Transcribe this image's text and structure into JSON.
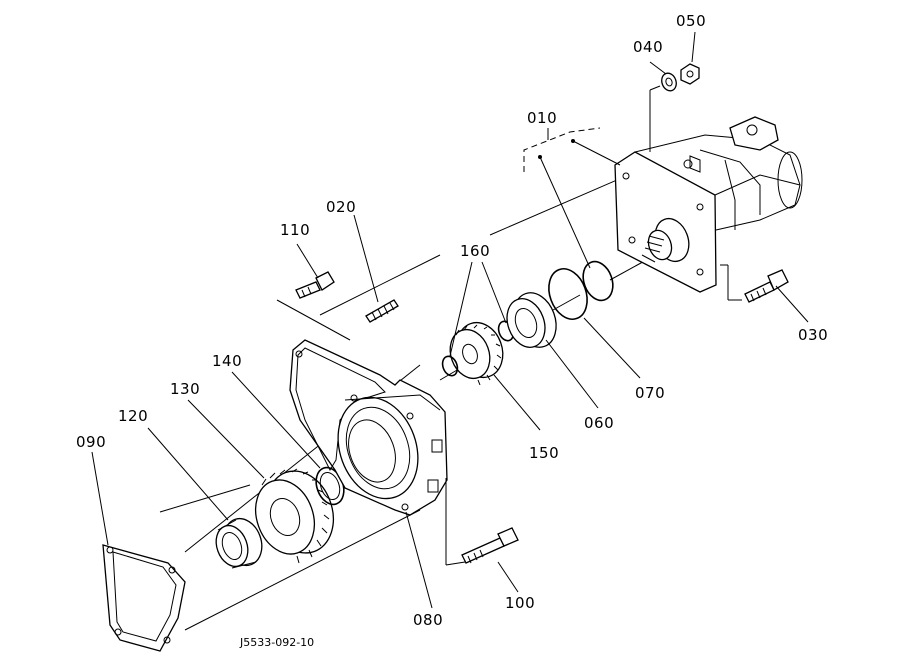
{
  "labels": {
    "p010": "010",
    "p020": "020",
    "p030": "030",
    "p040": "040",
    "p050": "050",
    "p060": "060",
    "p070": "070",
    "p080": "080",
    "p090": "090",
    "p100": "100",
    "p110": "110",
    "p120": "120",
    "p130": "130",
    "p140": "140",
    "p150": "150",
    "p160": "160"
  },
  "drawing_ref": "J5533-092-10"
}
